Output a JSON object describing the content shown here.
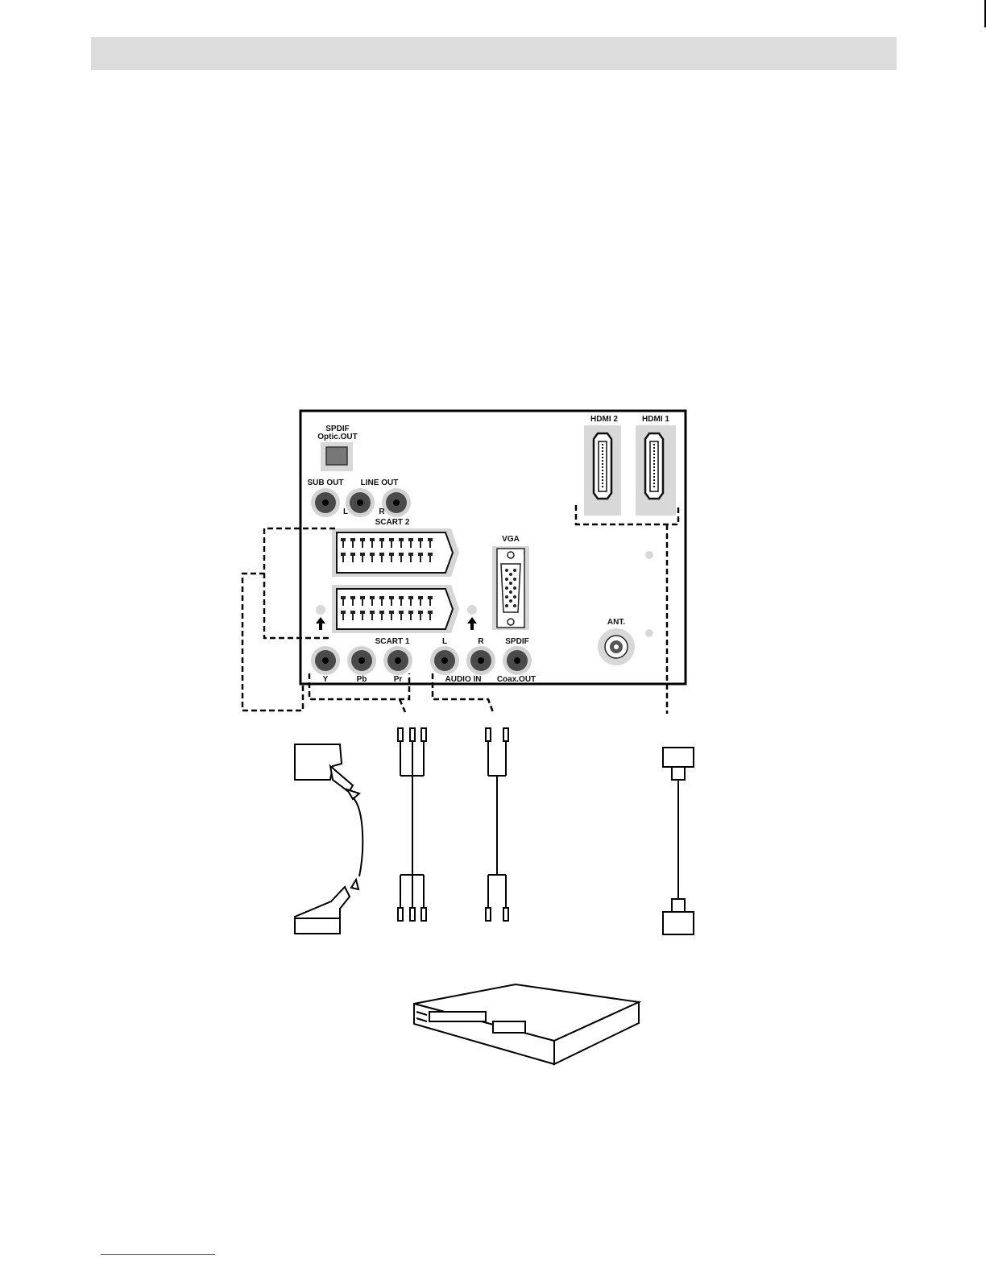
{
  "panel": {
    "spdif_optic_line1": "SPDIF",
    "spdif_optic_line2": "Optic.OUT",
    "sub_out": "SUB OUT",
    "line_out": "LINE OUT",
    "line_out_l": "L",
    "line_out_r": "R",
    "scart2": "SCART 2",
    "scart1": "SCART 1",
    "vga": "VGA",
    "hdmi2": "HDMI 2",
    "hdmi1": "HDMI 1",
    "ant": "ANT.",
    "comp_y": "Y",
    "comp_pb": "Pb",
    "comp_pr": "Pr",
    "audio_l": "L",
    "audio_r": "R",
    "audio_in": "AUDIO IN",
    "spdif_coax": "SPDIF",
    "coax_out": "Coax.OUT"
  },
  "colors": {
    "panel_fill": "#ffffff",
    "jack_ring": "#d2d2d2",
    "jack_core": "#4a4a4a",
    "header_bar": "#dcdcdc",
    "link_line": "#2b4fd6"
  },
  "icons": [
    "scart-connector",
    "rca-jack",
    "vga-connector",
    "hdmi-port",
    "antenna-socket",
    "scart-cable",
    "rca-cable",
    "hdmi-cable",
    "dvd-player"
  ]
}
